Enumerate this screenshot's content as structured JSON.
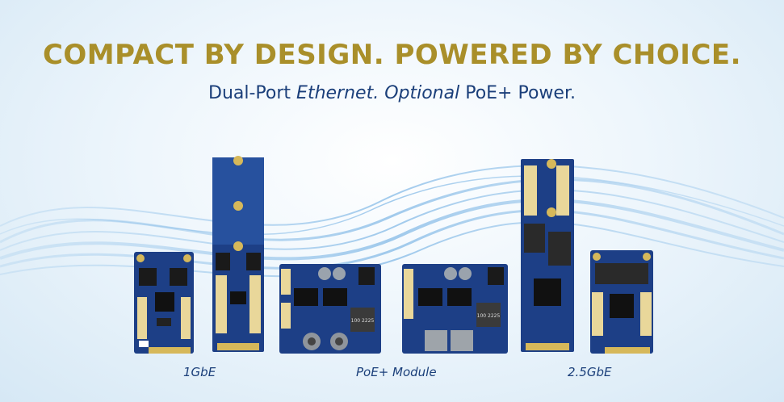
{
  "headline": "COMPACT BY DESIGN. POWERED BY CHOICE.",
  "subhead": {
    "part1": "Dual-Port ",
    "part2": "Ethernet. Optional",
    "part3": " PoE+ Power."
  },
  "captions": {
    "gbe1": "1GbE",
    "poe": "PoE+ Module",
    "gbe25": "2.5GbE"
  },
  "chip_labels": {
    "inductor_left": "100 2225",
    "inductor_right": "100 2225"
  },
  "colors": {
    "headline": "#a98f2a",
    "subhead": "#1b3f7a",
    "pcb": "#1d3f86",
    "gold": "#d6b85a"
  }
}
